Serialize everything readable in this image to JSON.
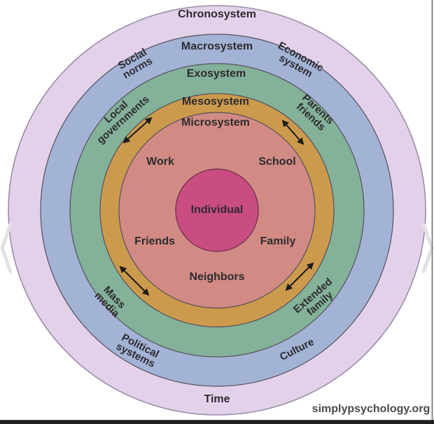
{
  "rings": {
    "chronosystem": {
      "label": "Chronosystem",
      "color": "#e3d1ea"
    },
    "macrosystem": {
      "label": "Macrosystem",
      "color": "#a3b3d5"
    },
    "exosystem": {
      "label": "Exosystem",
      "color": "#84b199"
    },
    "mesosystem": {
      "label": "Mesosystem",
      "color": "#cc9a4d"
    },
    "microsystem": {
      "label": "Microsystem",
      "color": "#d18b84"
    },
    "individual": {
      "label": "Individual",
      "color": "#c94d80"
    }
  },
  "macrosystem_items": {
    "social_norms": {
      "line1": "Social",
      "line2": "norms"
    },
    "economic_system": {
      "line1": "Economic",
      "line2": "system"
    },
    "political_systems": {
      "line1": "Political",
      "line2": "systems"
    },
    "culture": {
      "label": "Culture"
    }
  },
  "exosystem_items": {
    "local_governments": {
      "line1": "Local",
      "line2": "governments"
    },
    "parents_friends": {
      "line1": "Parents",
      "line2": "friends"
    },
    "mass_media": {
      "line1": "Mass",
      "line2": "media"
    },
    "extended_family": {
      "line1": "Extended",
      "line2": "family"
    }
  },
  "microsystem_items": {
    "work": "Work",
    "school": "School",
    "friends": "Friends",
    "family": "Family",
    "neighbors": "Neighbors"
  },
  "chronosystem_items": {
    "time": "Time"
  },
  "watermark": "simplypsychology.org",
  "colors": {
    "arrow": "#1c1c1c",
    "nav_chevron": "#e2e0e4",
    "right_edge_line": "#7d7d7d",
    "bottom_bar": "#1e1e1e"
  },
  "nav": {
    "prev": "chevron-left-icon",
    "next": "chevron-right-icon"
  }
}
